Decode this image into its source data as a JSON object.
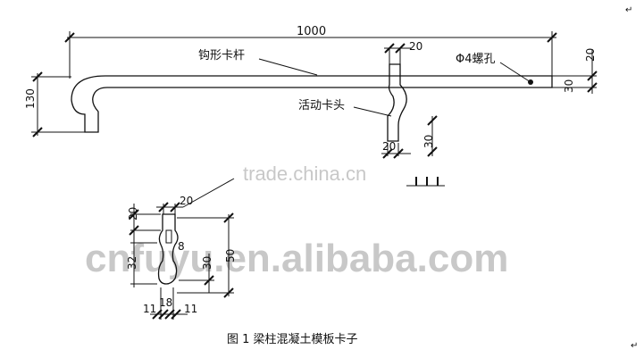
{
  "labels": {
    "hook_bar": "钩形卡杆",
    "movable_head": "活动卡头",
    "bolt_hole": "Φ4螺孔",
    "caption": "图 1 梁柱混凝土模板卡子"
  },
  "dimensions": {
    "length_1000": "1000",
    "width_20_top": "20",
    "right_20": "20",
    "right_30": "30",
    "left_130": "130",
    "bottom_20": "20",
    "bottom_30": "30",
    "detail_20_top": "20",
    "detail_20_left": "20",
    "detail_8": "8",
    "detail_50": "50",
    "detail_30": "30",
    "detail_32": "32",
    "detail_18": "18",
    "detail_11_left": "11",
    "detail_11_right": "11"
  },
  "watermarks": {
    "trade": "trade.china.cn",
    "site": "cnfuyu.en.alibaba.com"
  },
  "corner_mark": "↵"
}
